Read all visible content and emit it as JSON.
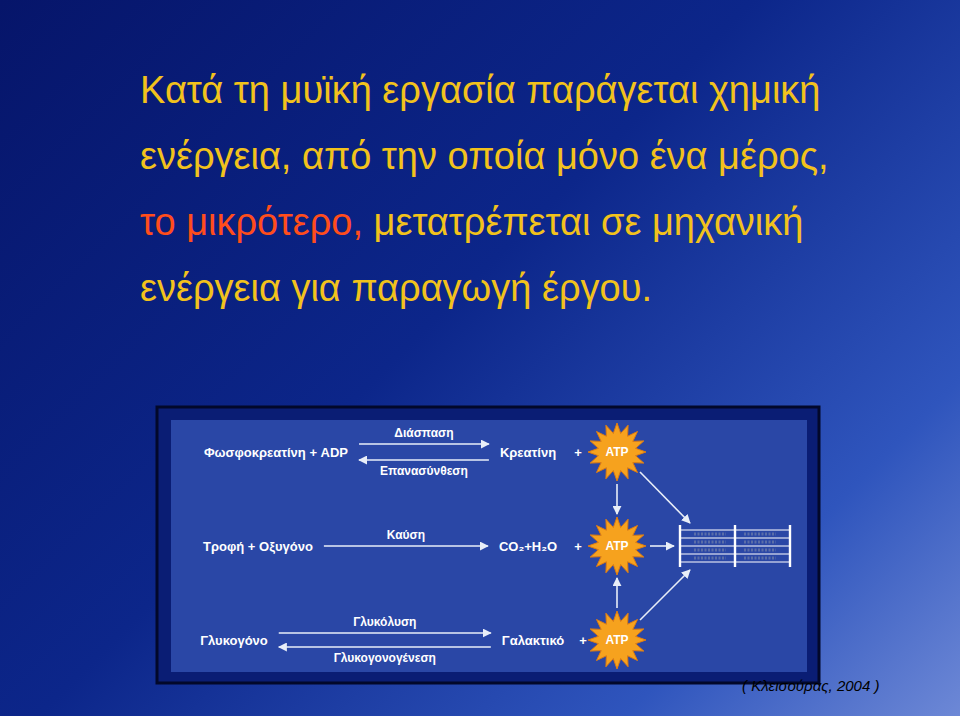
{
  "diagram": {
    "title": "Κατά τη μυϊκή εργασία παράγεται χημική ενέργεια, από την οποία μόνο ένα μέρος,",
    "caption": "( Κλεισούρας, 2004 )",
    "nodes": [
      {
        "text": [
          "Φωσφοκρεατίνη + ADP"
        ]
      },
      {
        "text": [
          "Κρεατίνη"
        ]
      },
      {
        "text": [
          "ATP"
        ]
      },
      {
        "text": [
          "Τροφή + Οξυγόνο"
        ]
      },
      {
        "text": [
          "CO₂+H₂O"
        ]
      },
      {
        "text": [
          "ATP"
        ]
      },
      {
        "text": [
          "Γλυκογόνο"
        ]
      },
      {
        "text": [
          "Γαλακτικό"
        ]
      },
      {
        "text": [
          "ATP"
        ]
      }
    ],
    "edges": [
      {
        "from": 0,
        "to": 1,
        "label": "Διάσπαση",
        "arrow": "to"
      },
      {
        "from": 1,
        "to": 0,
        "label": "Επανασύνθεση",
        "arrow": "to"
      },
      {
        "from": 3,
        "to": 4,
        "label": "Καύση",
        "arrow": "to"
      },
      {
        "from": 6,
        "to": 7,
        "label": "Γλυκόλυση",
        "arrow": "to"
      },
      {
        "from": 7,
        "to": 6,
        "label": "Γλυκογονογένεση",
        "arrow": "to"
      },
      {
        "from": 2,
        "to": 5,
        "arrow": "to"
      },
      {
        "from": 8,
        "to": 5,
        "arrow": "to"
      }
    ],
    "labels": [
      "το μικρότερο,",
      "μετατρέπεται σε μηχανική ενέργεια για παραγωγή έργου.",
      "+",
      "+",
      "+"
    ]
  }
}
